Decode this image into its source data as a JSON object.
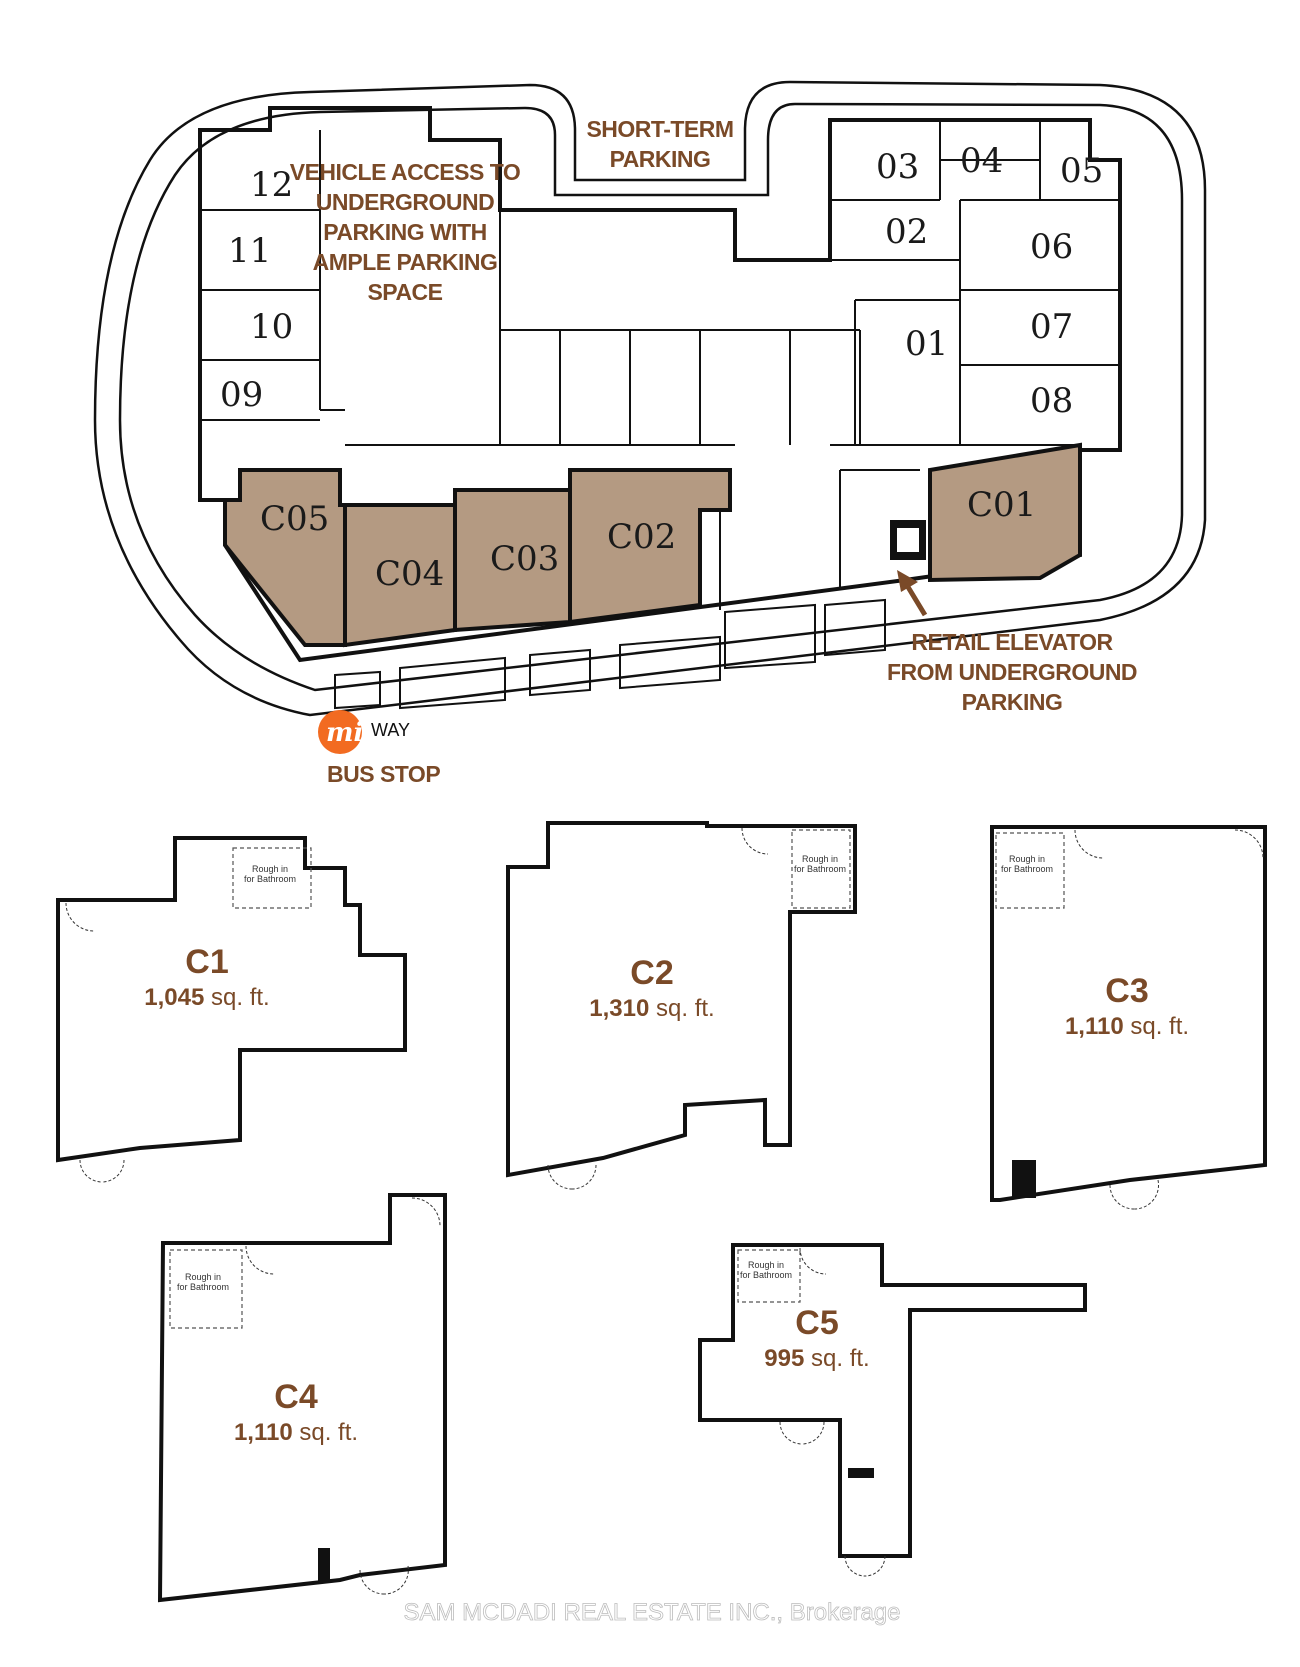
{
  "site_plan": {
    "callouts": {
      "short_term_parking": [
        "SHORT-TERM",
        "PARKING"
      ],
      "vehicle_access": [
        "VEHICLE ACCESS TO",
        "UNDERGROUND",
        "PARKING WITH",
        "AMPLE PARKING",
        "SPACE"
      ],
      "retail_elevator": [
        "RETAIL ELEVATOR",
        "FROM UNDERGROUND",
        "PARKING"
      ],
      "bus_stop": "BUS STOP",
      "transit_logo_mark": "mi",
      "transit_logo_word": "WAY"
    },
    "units": [
      "01",
      "02",
      "03",
      "04",
      "05",
      "06",
      "07",
      "08",
      "09",
      "10",
      "11",
      "12"
    ],
    "retail_units": [
      "C05",
      "C04",
      "C03",
      "C02",
      "C01"
    ],
    "colors": {
      "retail_fill": "#b49a82",
      "callout_text": "#7a4a28",
      "arrow": "#7a4a28",
      "logo_orange": "#f26b21"
    }
  },
  "suite_plans": [
    {
      "id": "C1",
      "area_number": "1,045",
      "area_unit": "sq. ft.",
      "note": [
        "Rough in",
        "for Bathroom"
      ]
    },
    {
      "id": "C2",
      "area_number": "1,310",
      "area_unit": "sq. ft.",
      "note": [
        "Rough in",
        "for Bathroom"
      ]
    },
    {
      "id": "C3",
      "area_number": "1,110",
      "area_unit": "sq. ft.",
      "note": [
        "Rough in",
        "for Bathroom"
      ]
    },
    {
      "id": "C4",
      "area_number": "1,110",
      "area_unit": "sq. ft.",
      "note": [
        "Rough in",
        "for Bathroom"
      ]
    },
    {
      "id": "C5",
      "area_number": "995",
      "area_unit": "sq. ft.",
      "note": [
        "Rough in",
        "for Bathroom"
      ]
    }
  ],
  "watermark": "SAM MCDADI REAL ESTATE INC., Brokerage"
}
